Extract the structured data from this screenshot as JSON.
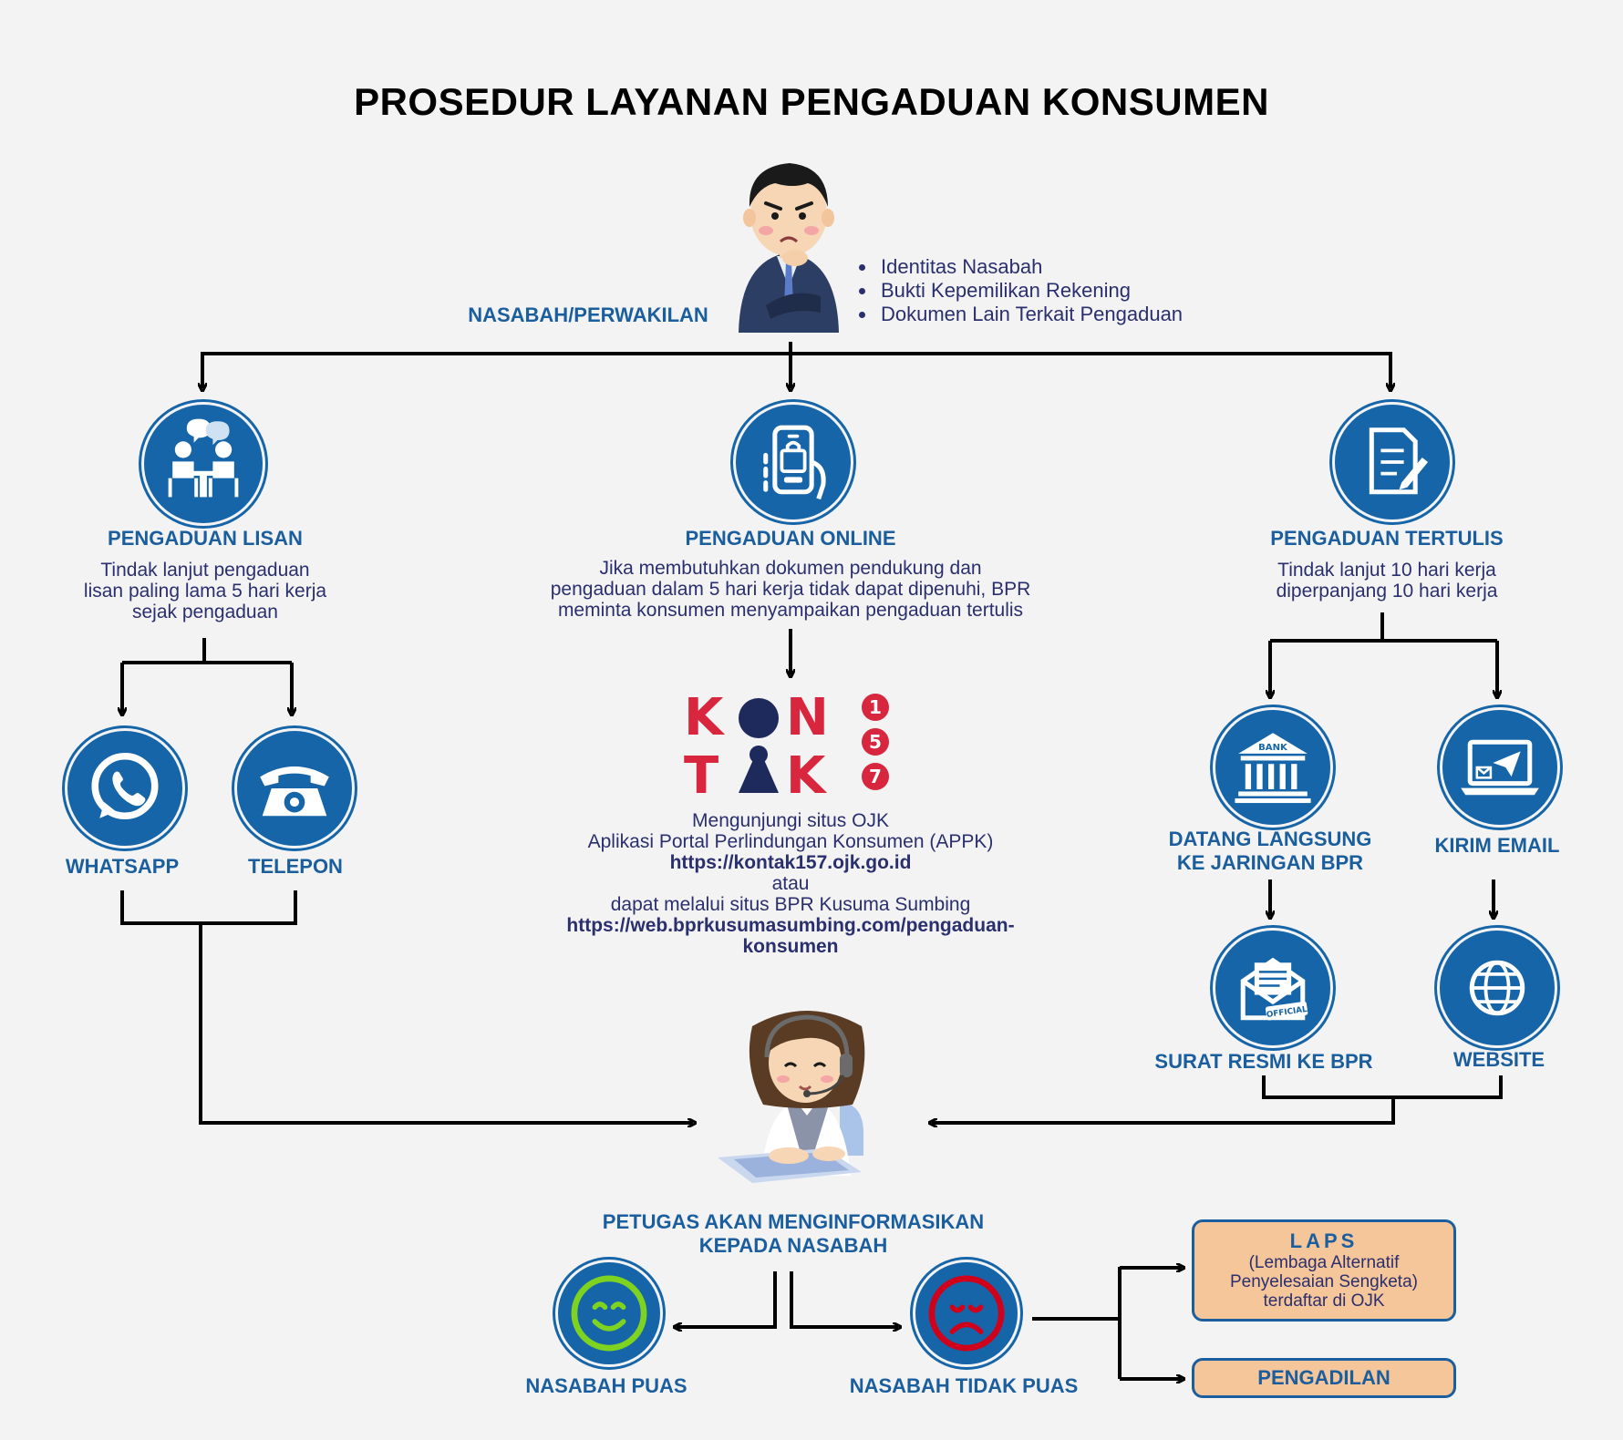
{
  "title": "PROSEDUR LAYANAN PENGADUAN KONSUMEN",
  "customer": {
    "label": "NASABAH/PERWAKILAN",
    "requirements": [
      "Identitas Nasabah",
      "Bukti Kepemilikan Rekening",
      "Dokumen Lain Terkait Pengaduan"
    ]
  },
  "lisan": {
    "label": "PENGADUAN LISAN",
    "desc": [
      "Tindak lanjut pengaduan",
      "lisan paling lama 5 hari kerja",
      "sejak pengaduan"
    ],
    "whatsapp": "WHATSAPP",
    "telepon": "TELEPON"
  },
  "online": {
    "label": "PENGADUAN ONLINE",
    "desc": [
      "Jika membutuhkan dokumen pendukung dan",
      "pengaduan dalam 5 hari kerja tidak dapat dipenuhi, BPR",
      "meminta konsumen menyampaikan pengaduan tertulis"
    ],
    "kontak": {
      "letters_row1": [
        "K",
        "O",
        "N"
      ],
      "letters_row2": [
        "T",
        "A",
        "K"
      ],
      "digits": [
        "1",
        "5",
        "7"
      ]
    },
    "visit": [
      "Mengunjungi situs OJK",
      "Aplikasi Portal Perlindungan Konsumen (APPK)"
    ],
    "url1": "https://kontak157.ojk.go.id",
    "or": "atau",
    "via": "dapat melalui situs BPR Kusuma Sumbing",
    "url2": [
      "https://web.bprkusumasumbing.com/pengaduan-",
      "konsumen"
    ]
  },
  "tertulis": {
    "label": "PENGADUAN TERTULIS",
    "desc": [
      "Tindak lanjut 10 hari kerja",
      "diperpanjang 10 hari kerja"
    ],
    "bank_label": [
      "DATANG LANGSUNG",
      "KE JARINGAN BPR"
    ],
    "bank_icon_text": "BANK",
    "email_label": "KIRIM EMAIL",
    "letter_label": "SURAT RESMI KE BPR",
    "letter_icon_text": "OFFICIAL",
    "website_label": "WEBSITE"
  },
  "officer": {
    "label": [
      "PETUGAS AKAN MENGINFORMASIKAN",
      "KEPADA NASABAH"
    ]
  },
  "puas": "NASABAH PUAS",
  "tidak_puas": "NASABAH TIDAK PUAS",
  "laps": {
    "title": "LAPS",
    "desc": [
      "(Lembaga Alternatif",
      "Penyelesaian Sengketa)",
      "terdaftar di OJK"
    ]
  },
  "pengadilan": "PENGADILAN",
  "colors": {
    "primary_blue": "#1565a8",
    "label_blue": "#1b5e9e",
    "text_navy": "#2a2f6d",
    "kontak_red": "#d7263d",
    "kontak_navy": "#1f2a5c",
    "happy_green": "#7ed321",
    "sad_red": "#d0021b",
    "box_peach": "#f6c69b"
  }
}
